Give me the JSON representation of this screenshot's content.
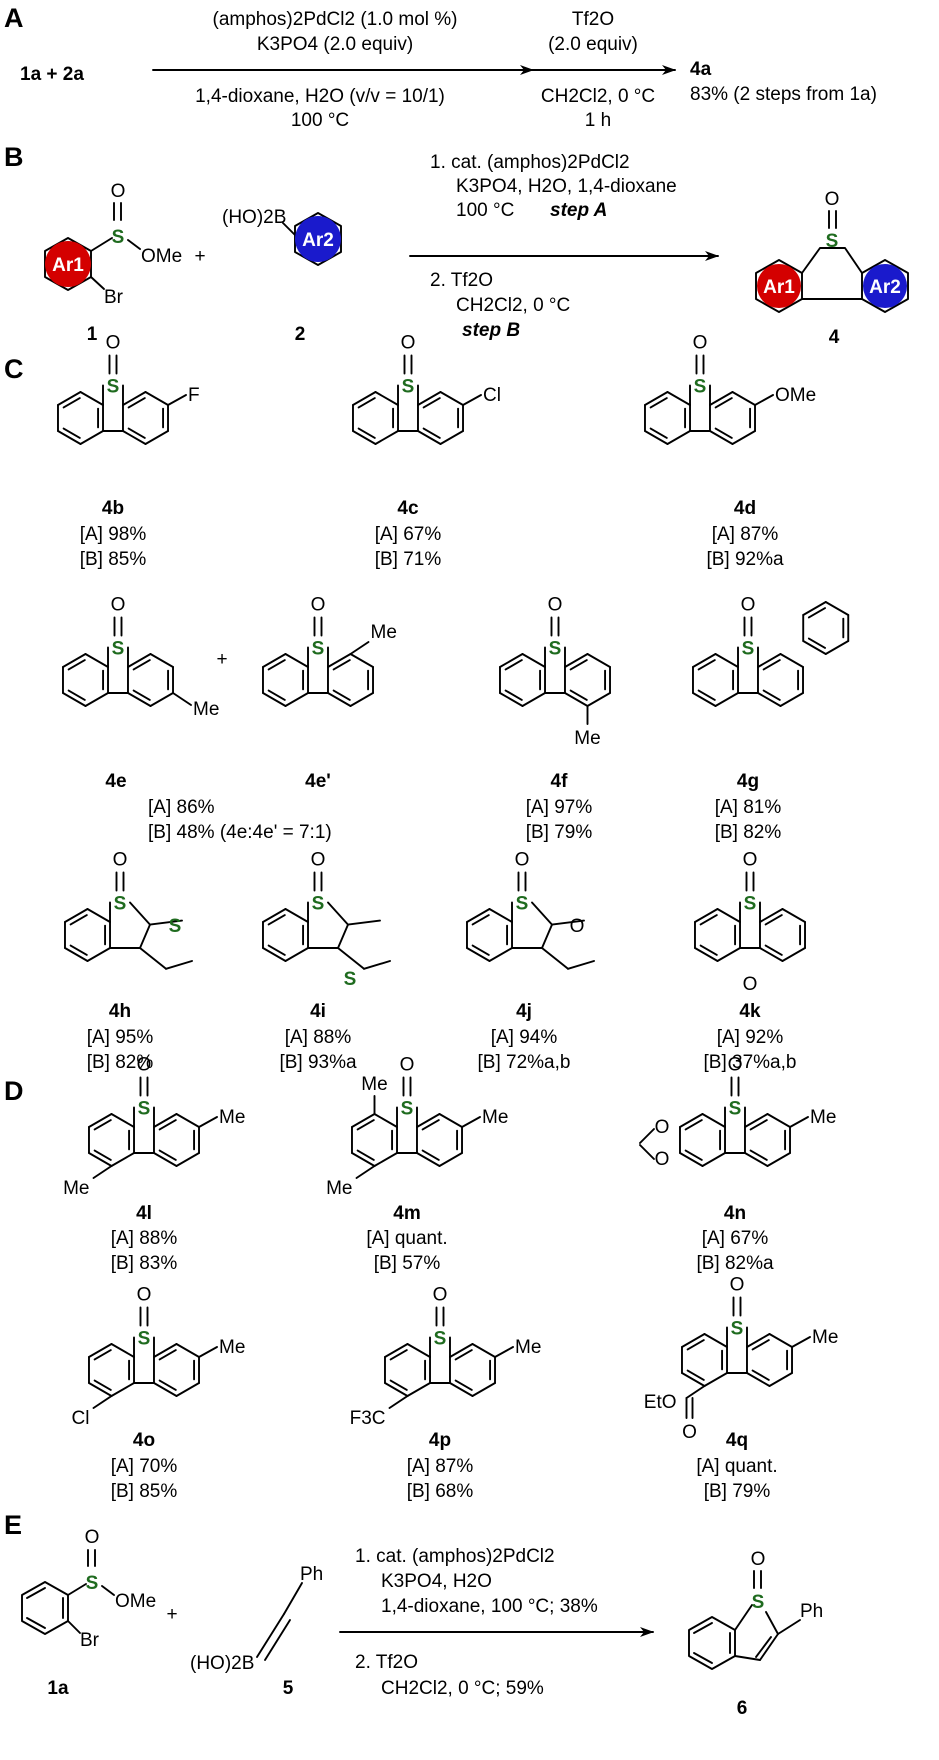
{
  "sections": [
    "A",
    "B",
    "C",
    "D",
    "E"
  ],
  "colors": {
    "ar1": "#d40000",
    "ar2": "#1a1acc",
    "sulfur": "#1f6b1f"
  },
  "panelA": {
    "reactants": "1a  +  2a",
    "arrow1_top_1": "(amphos)2PdCl2 (1.0 mol %)",
    "arrow1_top_2": "K3PO4 (2.0 equiv)",
    "arrow1_bottom_1": "1,4-dioxane, H2O (v/v = 10/1)",
    "arrow1_bottom_2": "100 °C",
    "arrow2_top_1": "Tf2O",
    "arrow2_top_2": "(2.0 equiv)",
    "arrow2_bottom_1": "CH2Cl2, 0 °C",
    "arrow2_bottom_2": "1 h",
    "product": "4a",
    "yield": "83% (2 steps from 1a)"
  },
  "panelB": {
    "label1": "1",
    "label2": "2",
    "label4": "4",
    "ome": "OMe",
    "br": "Br",
    "s": "S",
    "o": "O",
    "plus": "+",
    "boronic": "(HO)2B",
    "ar1": "Ar1",
    "ar2": "Ar2",
    "step1_1": "1. cat. (amphos)2PdCl2",
    "step1_2": "K3PO4, H2O, 1,4-dioxane",
    "step1_3": "100 °C",
    "stepA": "step A",
    "step2_1": "2. Tf2O",
    "step2_2": "CH2Cl2, 0 °C",
    "stepB": "step B"
  },
  "panelC": [
    {
      "id": "4b",
      "sub": "F",
      "a": "[A] 98%",
      "b": "[B] 85%"
    },
    {
      "id": "4c",
      "sub": "Cl",
      "a": "[A] 67%",
      "b": "[B] 71%"
    },
    {
      "id": "4d",
      "sub": "OMe",
      "a": "[A] 87%",
      "b": "[B] 92%a"
    },
    {
      "id": "4e",
      "sub": "Me"
    },
    {
      "id": "4e'",
      "sub": "Me"
    },
    {
      "id": "4f",
      "sub": "Me",
      "a": "[A] 97%",
      "b": "[B] 79%"
    },
    {
      "id": "4g",
      "a": "[A] 81%",
      "b": "[B] 82%"
    },
    {
      "id": "4h",
      "a": "[A] 95%",
      "b": "[B] 82%"
    },
    {
      "id": "4i",
      "a": "[A] 88%",
      "b": "[B] 93%a"
    },
    {
      "id": "4j",
      "a": "[A] 94%",
      "b": "[B] 72%a,b"
    },
    {
      "id": "4k",
      "a": "[A] 92%",
      "b": "[B] 37%a,b"
    }
  ],
  "panelC_4e_yields": {
    "a": "[A] 86%",
    "b": "[B] 48% (4e:4e' = 7:1)"
  },
  "panelD": [
    {
      "id": "4l",
      "a": "[A] 88%",
      "b": "[B] 83%"
    },
    {
      "id": "4m",
      "a": "[A] quant.",
      "b": "[B] 57%"
    },
    {
      "id": "4n",
      "a": "[A] 67%",
      "b": "[B] 82%a"
    },
    {
      "id": "4o",
      "a": "[A] 70%",
      "b": "[B] 85%"
    },
    {
      "id": "4p",
      "a": "[A] 87%",
      "b": "[B] 68%"
    },
    {
      "id": "4q",
      "a": "[A] quant.",
      "b": "[B] 79%"
    }
  ],
  "atoms": {
    "me": "Me",
    "cl": "Cl",
    "f3c": "F3C",
    "eto": "EtO",
    "ph": "Ph",
    "o": "O",
    "s": "S"
  },
  "panelE": {
    "label1a": "1a",
    "label5": "5",
    "label6": "6",
    "step1_1": "1. cat. (amphos)2PdCl2",
    "step1_2": "K3PO4, H2O",
    "step1_3": "1,4-dioxane, 100 °C; 38%",
    "step2_1": "2. Tf2O",
    "step2_2": "CH2Cl2, 0 °C; 59%"
  }
}
